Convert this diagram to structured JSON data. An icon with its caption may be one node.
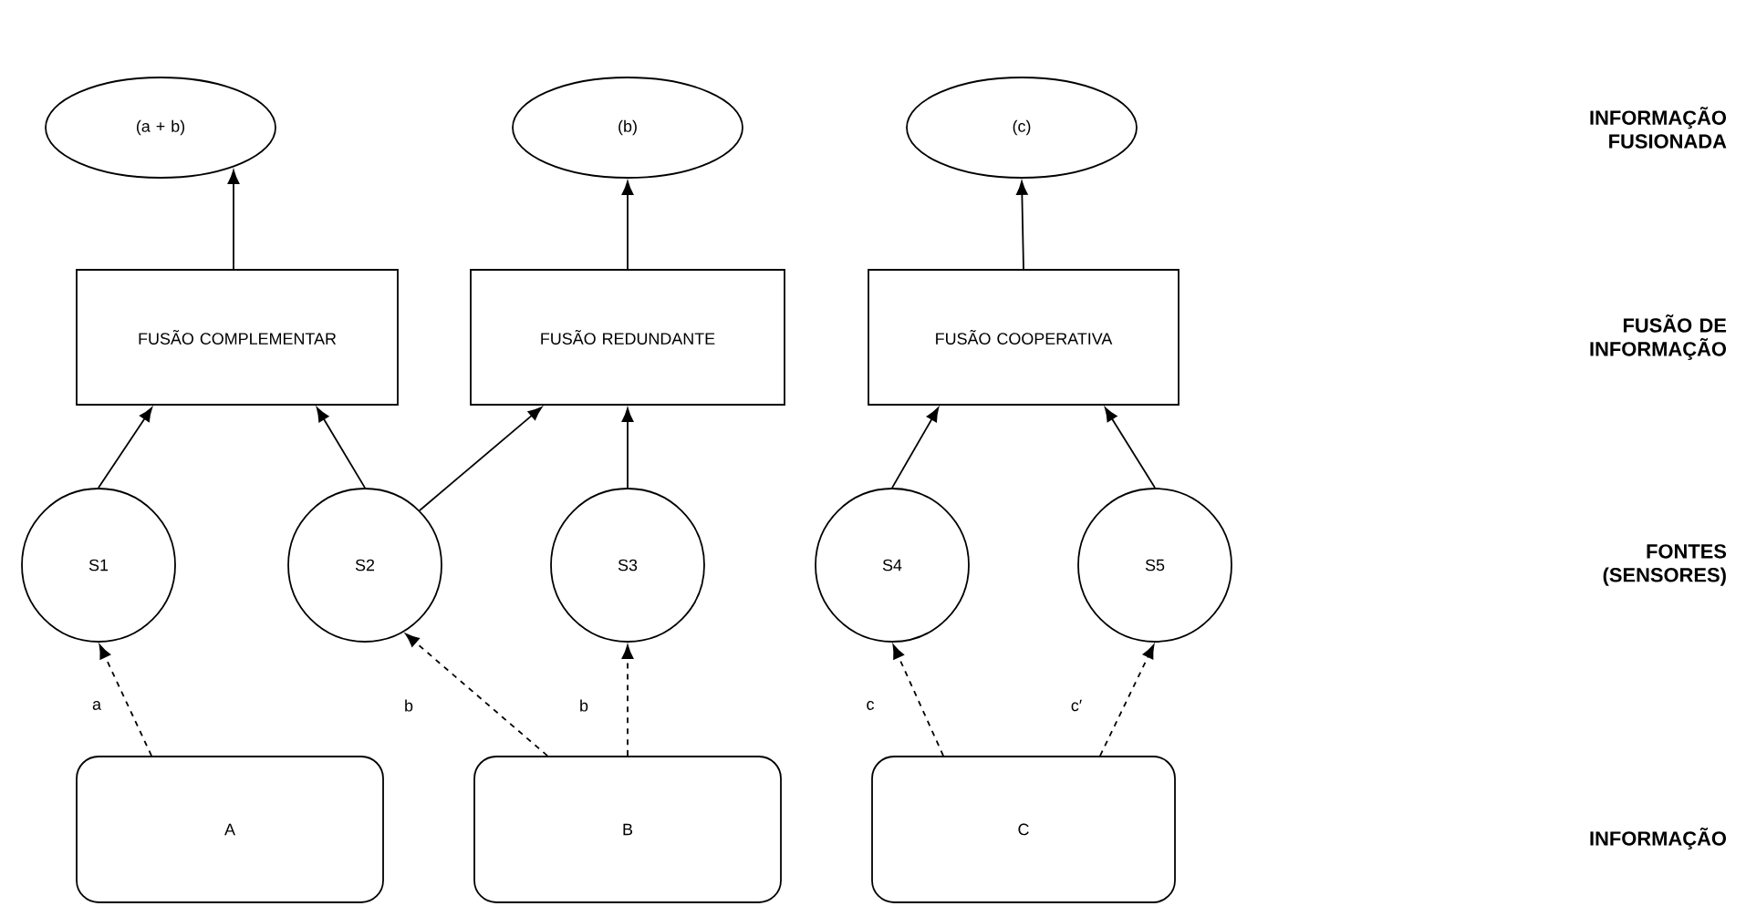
{
  "diagram": {
    "nodes": [
      {
        "text": [
          "(a + b)"
        ]
      },
      {
        "text": [
          "(b)"
        ]
      },
      {
        "text": [
          "(c)"
        ]
      },
      {
        "text": [
          "FUSÃO COMPLEMENTAR"
        ]
      },
      {
        "text": [
          "FUSÃO REDUNDANTE"
        ]
      },
      {
        "text": [
          "FUSÃO COOPERATIVA"
        ]
      },
      {
        "text": [
          "S1"
        ]
      },
      {
        "text": [
          "S2"
        ]
      },
      {
        "text": [
          "S3"
        ]
      },
      {
        "text": [
          "S4"
        ]
      },
      {
        "text": [
          "S5"
        ]
      },
      {
        "text": [
          "A"
        ]
      },
      {
        "text": [
          "B"
        ]
      },
      {
        "text": [
          "C"
        ]
      }
    ],
    "edges": [
      {
        "from": 3,
        "to": 0,
        "arrow": "to"
      },
      {
        "from": 4,
        "to": 1,
        "arrow": "to"
      },
      {
        "from": 5,
        "to": 2,
        "arrow": "to"
      },
      {
        "from": 6,
        "to": 3,
        "arrow": "to"
      },
      {
        "from": 7,
        "to": 3,
        "arrow": "to"
      },
      {
        "from": 7,
        "to": 4,
        "arrow": "to"
      },
      {
        "from": 8,
        "to": 4,
        "arrow": "to"
      },
      {
        "from": 9,
        "to": 5,
        "arrow": "to"
      },
      {
        "from": 10,
        "to": 5,
        "arrow": "to"
      },
      {
        "from": 11,
        "to": 6,
        "arrow": "to",
        "style": "dashed",
        "label": "a"
      },
      {
        "from": 12,
        "to": 7,
        "arrow": "to",
        "style": "dashed",
        "label": "b"
      },
      {
        "from": 12,
        "to": 8,
        "arrow": "to",
        "style": "dashed",
        "label": "b"
      },
      {
        "from": 13,
        "to": 9,
        "arrow": "to",
        "style": "dashed",
        "label": "c"
      },
      {
        "from": 13,
        "to": 10,
        "arrow": "to",
        "style": "dashed",
        "label": "c′"
      }
    ],
    "labels": [
      "INFORMAÇÃO FUSIONADA",
      "FUSÃO DE INFORMAÇÃO",
      "FONTES (SENSORES)",
      "INFORMAÇÃO"
    ]
  }
}
